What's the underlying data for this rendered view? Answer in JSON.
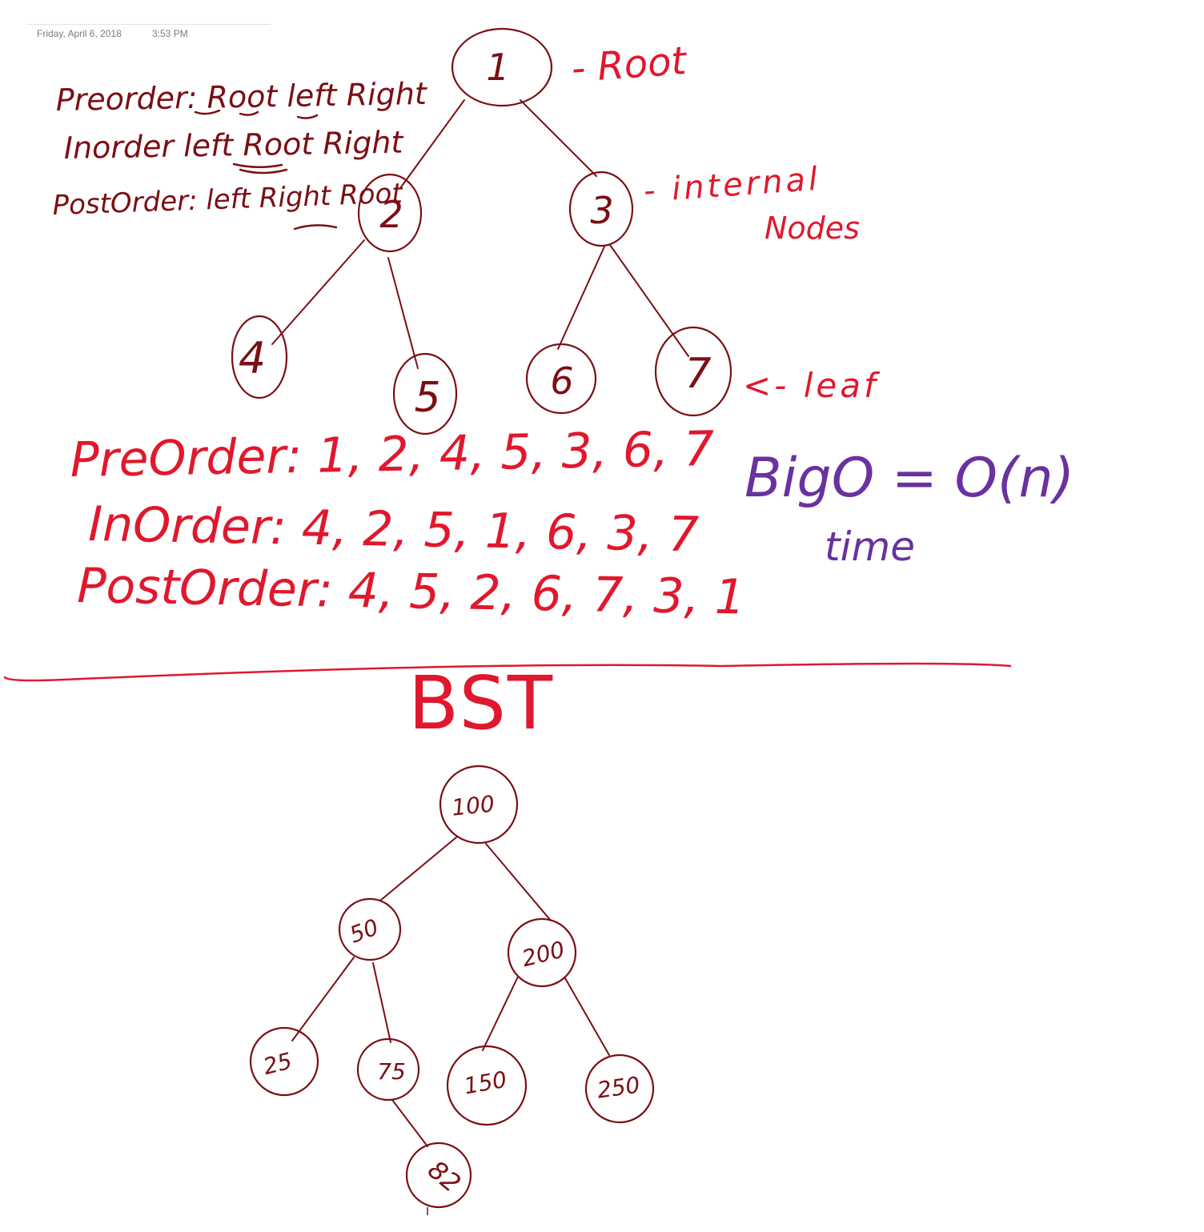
{
  "page": {
    "date": "Friday, April 6, 2018",
    "time": "3:53 PM"
  },
  "colors": {
    "dark_ink": "#7a0f14",
    "red_ink": "#e0182d",
    "purple_ink": "#6a31a0"
  },
  "legend": {
    "preorder": "Preorder: Root left Right",
    "inorder": "Inorder left Root Right",
    "postorder": "PostOrder: left Right Root"
  },
  "tree_labels": {
    "root": "- Root",
    "internal_1": "- internal",
    "internal_2": "Nodes",
    "leaf": "<- leaf"
  },
  "binary_tree": {
    "nodes": [
      "1",
      "2",
      "3",
      "4",
      "5",
      "6",
      "7"
    ]
  },
  "traversals": {
    "preorder": "PreOrder: 1, 2, 4, 5, 3, 6, 7",
    "inorder": "InOrder: 4, 2, 5, 1, 6, 3, 7",
    "postorder": "PostOrder: 4, 5, 2, 6, 7, 3, 1"
  },
  "complexity": {
    "big_o": "BigO = O(n)",
    "time": "time"
  },
  "bst": {
    "title": "BST",
    "nodes": [
      "100",
      "50",
      "200",
      "25",
      "75",
      "150",
      "250",
      "82"
    ]
  }
}
